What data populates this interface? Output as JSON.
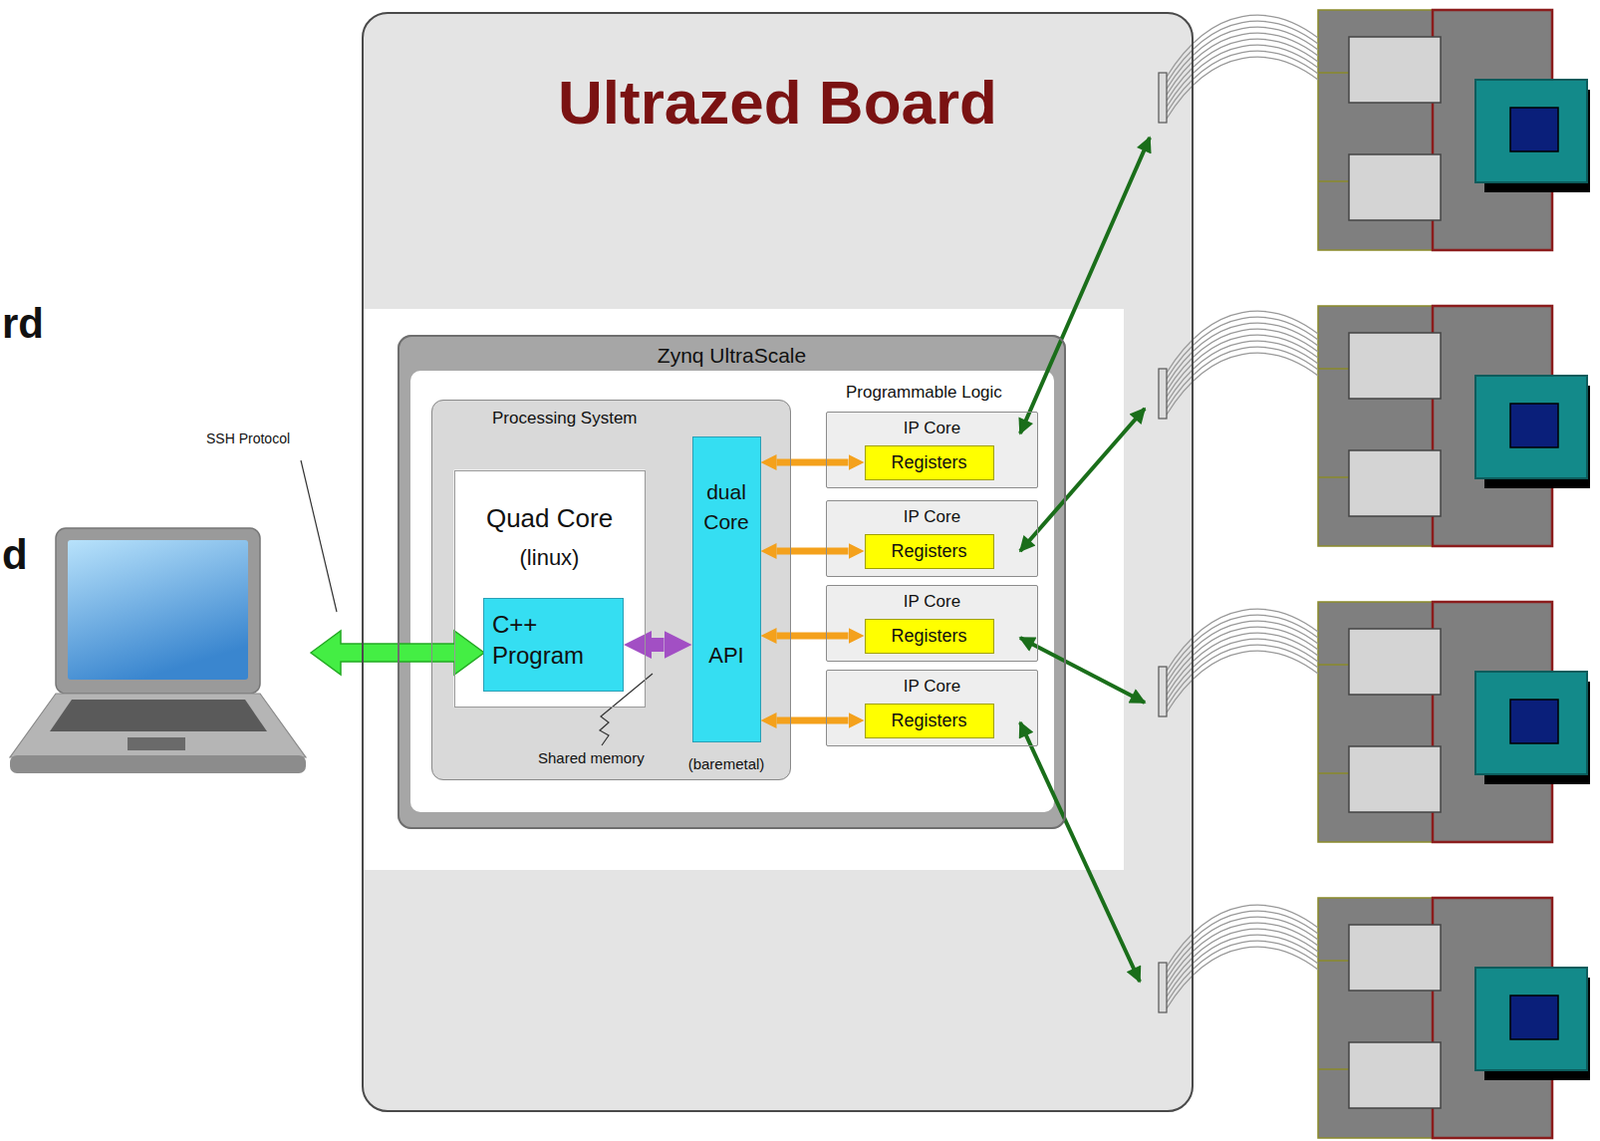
{
  "diagram": {
    "nodes": [
      {
        "text": [
          "Ultrazed Board"
        ]
      },
      {
        "text": [
          "Zynq UltraScale"
        ],
        "in": 0
      },
      {
        "text": [
          "Processing System"
        ],
        "in": 1
      },
      {
        "text": [
          "Quad Core",
          "(linux)"
        ],
        "in": 2
      },
      {
        "text": [
          "C++ Program"
        ],
        "in": 3
      },
      {
        "text": [
          "dual Core",
          "API",
          "(baremetal)"
        ],
        "in": 2
      },
      {
        "text": [
          "IP Core"
        ],
        "in": 1
      },
      {
        "text": [
          "Registers"
        ],
        "in": 6
      },
      {
        "text": [
          "IP Core"
        ],
        "in": 1
      },
      {
        "text": [
          "Registers"
        ],
        "in": 8
      },
      {
        "text": [
          "IP Core"
        ],
        "in": 1
      },
      {
        "text": [
          "Registers"
        ],
        "in": 10
      },
      {
        "text": [
          "IP Core"
        ],
        "in": 1
      },
      {
        "text": [
          "Registers"
        ],
        "in": 12
      }
    ],
    "edges": [
      {
        "from": 4,
        "to": 5,
        "arrow": "both"
      },
      {
        "from": 5,
        "to": 7,
        "arrow": "both"
      },
      {
        "from": 5,
        "to": 9,
        "arrow": "both"
      },
      {
        "from": 5,
        "to": 11,
        "arrow": "both"
      },
      {
        "from": 5,
        "to": 13,
        "arrow": "both"
      }
    ],
    "labels": [
      "rd",
      "d",
      "SSH Protocol",
      "Shared memory",
      "Programmable Logic"
    ]
  }
}
